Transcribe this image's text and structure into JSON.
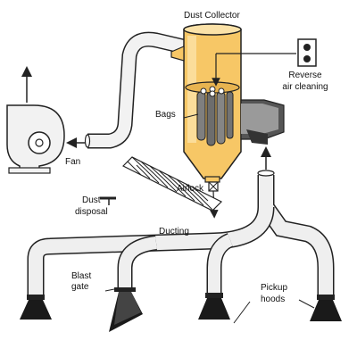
{
  "labels": {
    "dust_collector": "Dust Collector",
    "reverse_air_line1": "Reverse",
    "reverse_air_line2": "air cleaning",
    "bags": "Bags",
    "fan": "Fan",
    "airlock": "Airlock",
    "dust_disposal_line1": "Dust",
    "dust_disposal_line2": "disposal",
    "ducting": "Ducting",
    "blast_gate_line1": "Blast",
    "blast_gate_line2": "gate",
    "pickup_hoods_line1": "Pickup",
    "pickup_hoods_line2": "hoods"
  },
  "colors": {
    "collector_fill": "#f7c766",
    "collector_light": "#fbe2a8",
    "duct_fill": "#eeeeee",
    "hood_fill": "#1a1a1a",
    "bag_fill": "#7f7f7f",
    "line": "#222222",
    "dark_duct": "#444444"
  }
}
